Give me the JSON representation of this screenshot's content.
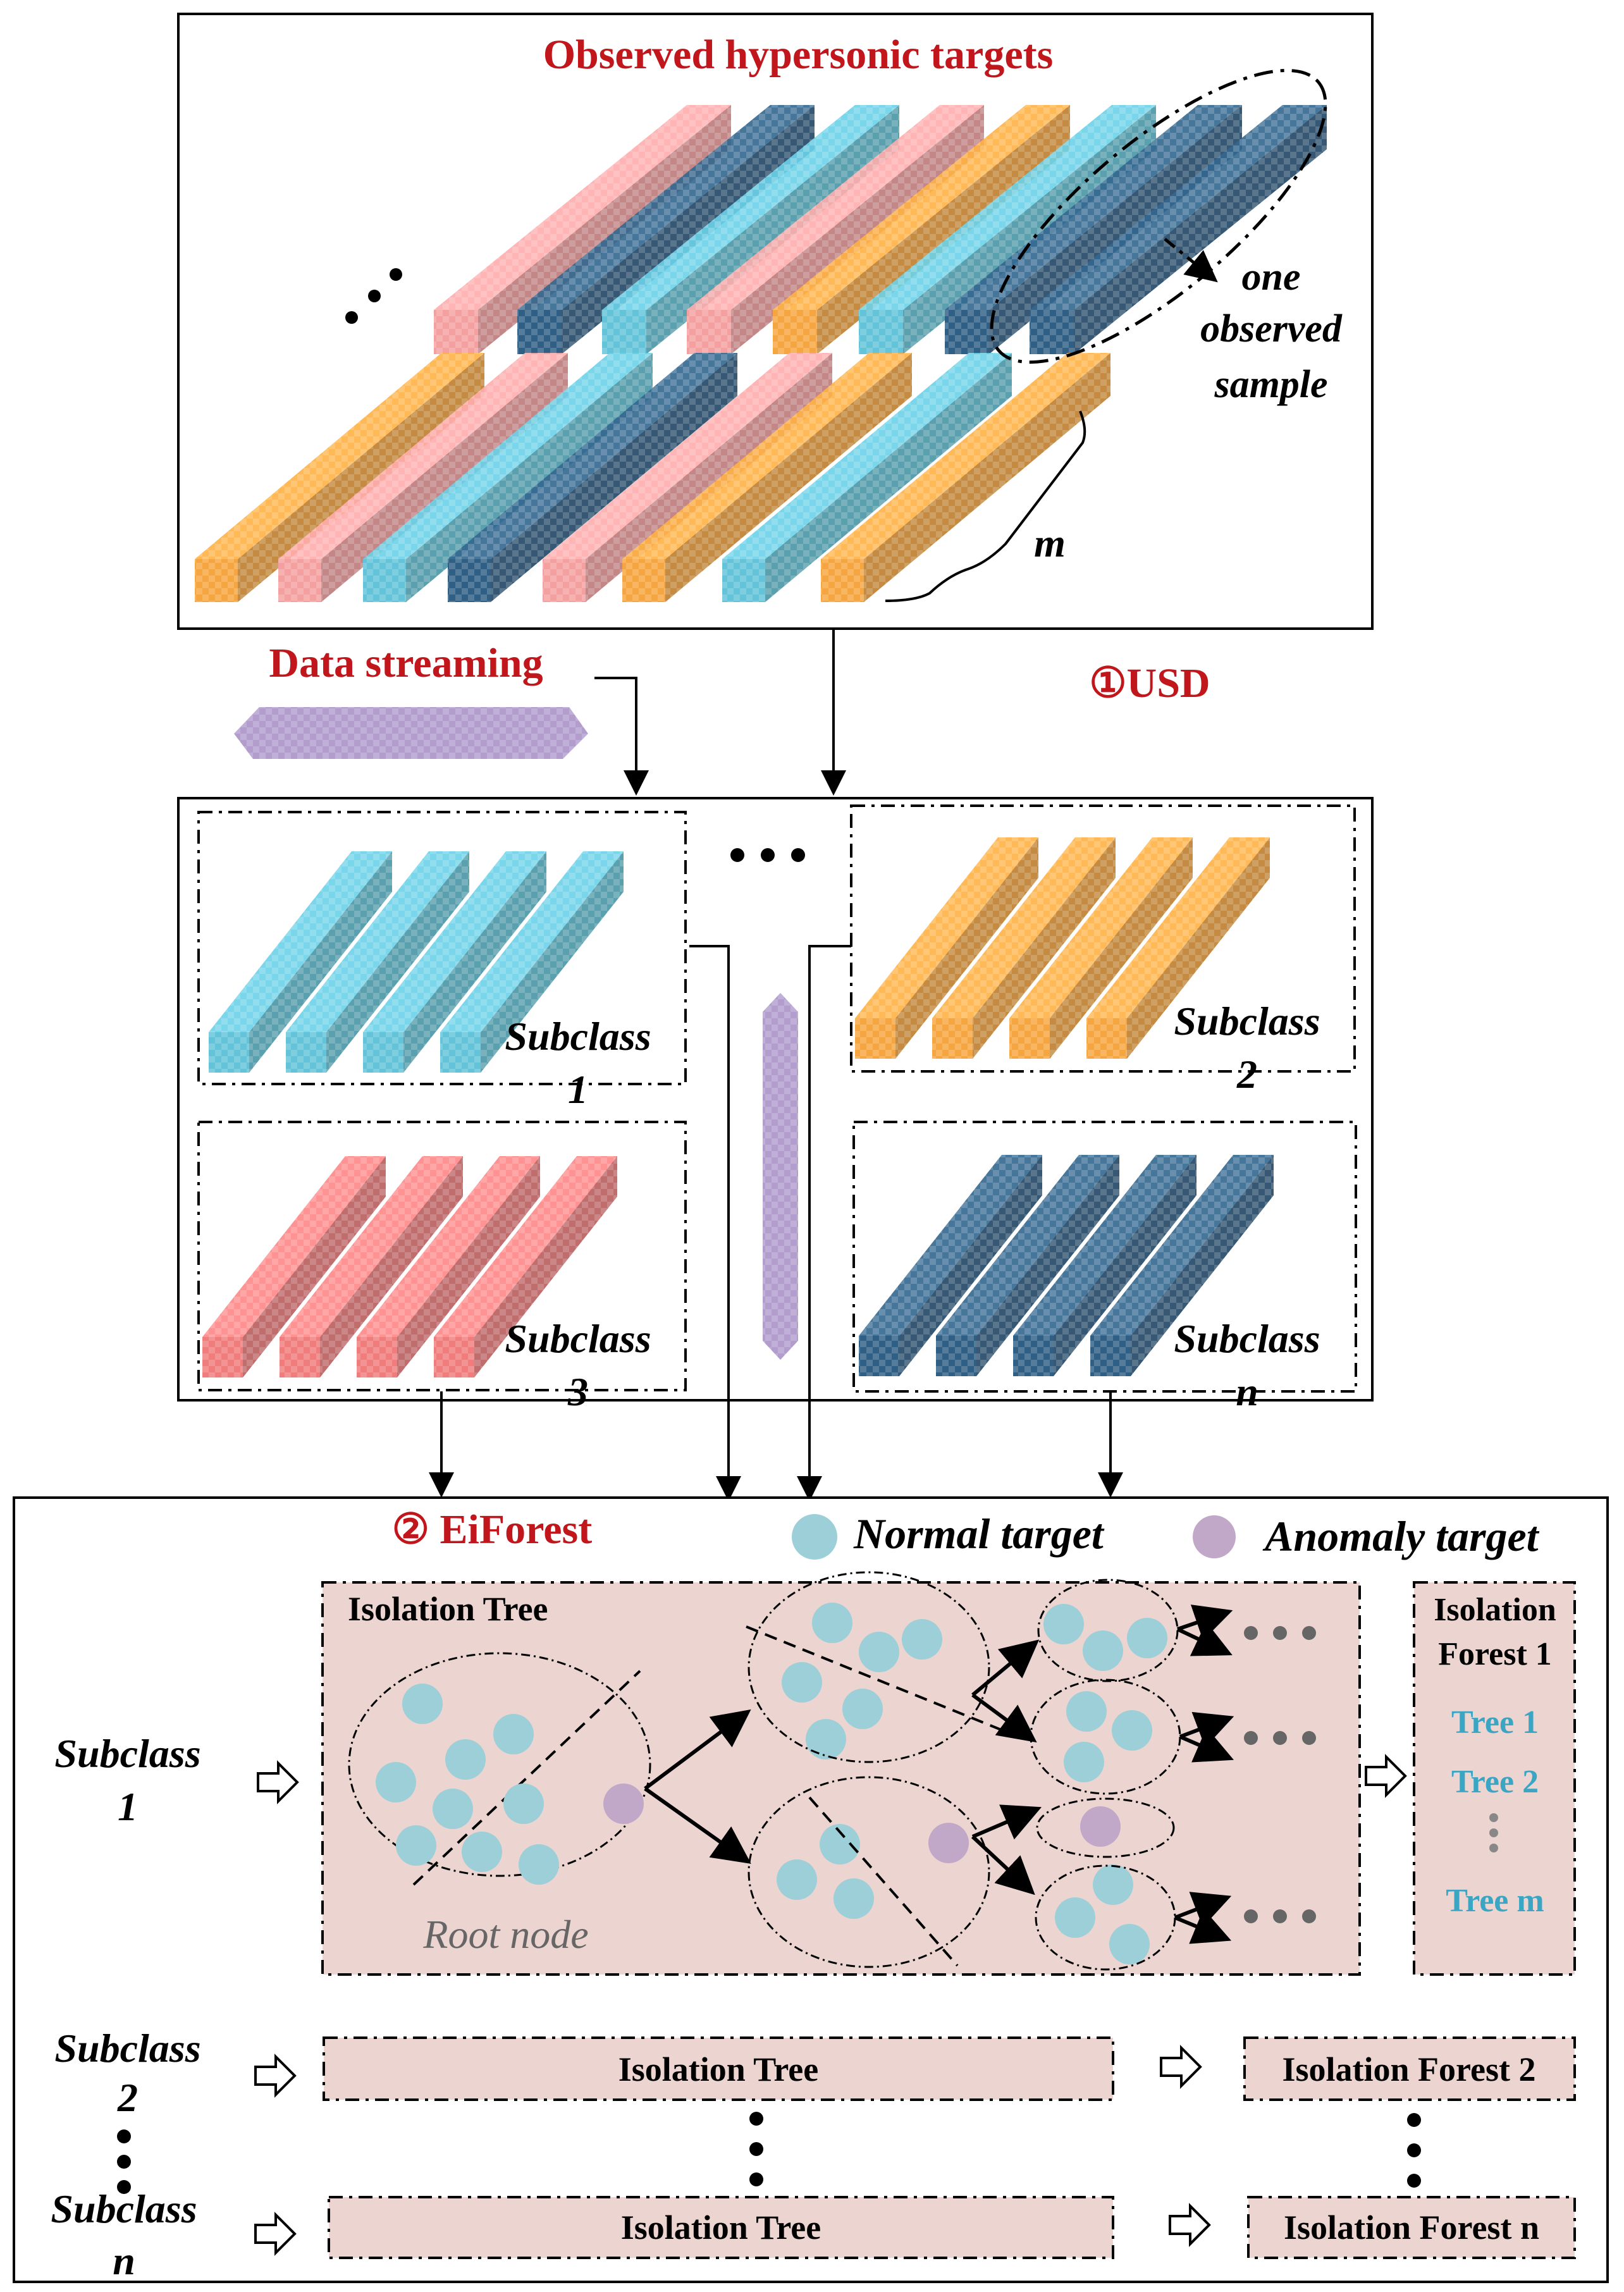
{
  "top_panel": {
    "title": "Observed hypersonic targets",
    "one_observed_sample": [
      "one",
      "observed",
      "sample"
    ],
    "m_label": "m",
    "bar_colors": [
      "#f4a0a0",
      "#2f5f85",
      "#63c3d8",
      "#f4a0a0",
      "#f6a640",
      "#63c3d8",
      "#2f5f85",
      "#2f5f85"
    ],
    "bar_colors_bottom": [
      "#f6a640",
      "#f4a0a0",
      "#63c3d8",
      "#2f5f85",
      "#f4a0a0",
      "#f6a640",
      "#63c3d8",
      "#f6a640"
    ]
  },
  "stream": {
    "label": "Data streaming",
    "usd_label": "①USD",
    "stream_color": "#a48cc4"
  },
  "subclasses_panel": {
    "subclass_1": [
      "Subclass",
      "1"
    ],
    "subclass_2": [
      "Subclass",
      "2"
    ],
    "subclass_3": [
      "Subclass",
      "3"
    ],
    "subclass_n": [
      "Subclass",
      "n"
    ],
    "colors": {
      "subclass_1": "#63c3d8",
      "subclass_2": "#f6a640",
      "subclass_3": "#f07c7c",
      "subclass_n": "#2f5f85"
    }
  },
  "eiforest": {
    "title": "② EiForest",
    "legend_normal": "Normal target",
    "legend_anomaly": "Anomaly target",
    "normal_color": "#9ccfd8",
    "anomaly_color": "#c2a8c8",
    "tree_bg": "#ecd4d0",
    "isolation_tree_label": "Isolation Tree",
    "root_node_label": "Root node",
    "forest_1_title": [
      "Isolation",
      "Forest 1"
    ],
    "forest_1_trees": [
      "Tree 1",
      "Tree 2",
      "Tree m"
    ],
    "row_subclass_1": [
      "Subclass",
      "1"
    ],
    "row_subclass_2": [
      "Subclass",
      "2"
    ],
    "row_subclass_n": [
      "Subclass",
      "n"
    ],
    "row2_tree": "Isolation Tree",
    "row2_forest": "Isolation Forest 2",
    "rown_tree": "Isolation Tree",
    "rown_forest": "Isolation Forest n"
  },
  "colors": {
    "accent_red": "#c0161c",
    "tree_text_blue": "#3aa6c4"
  }
}
